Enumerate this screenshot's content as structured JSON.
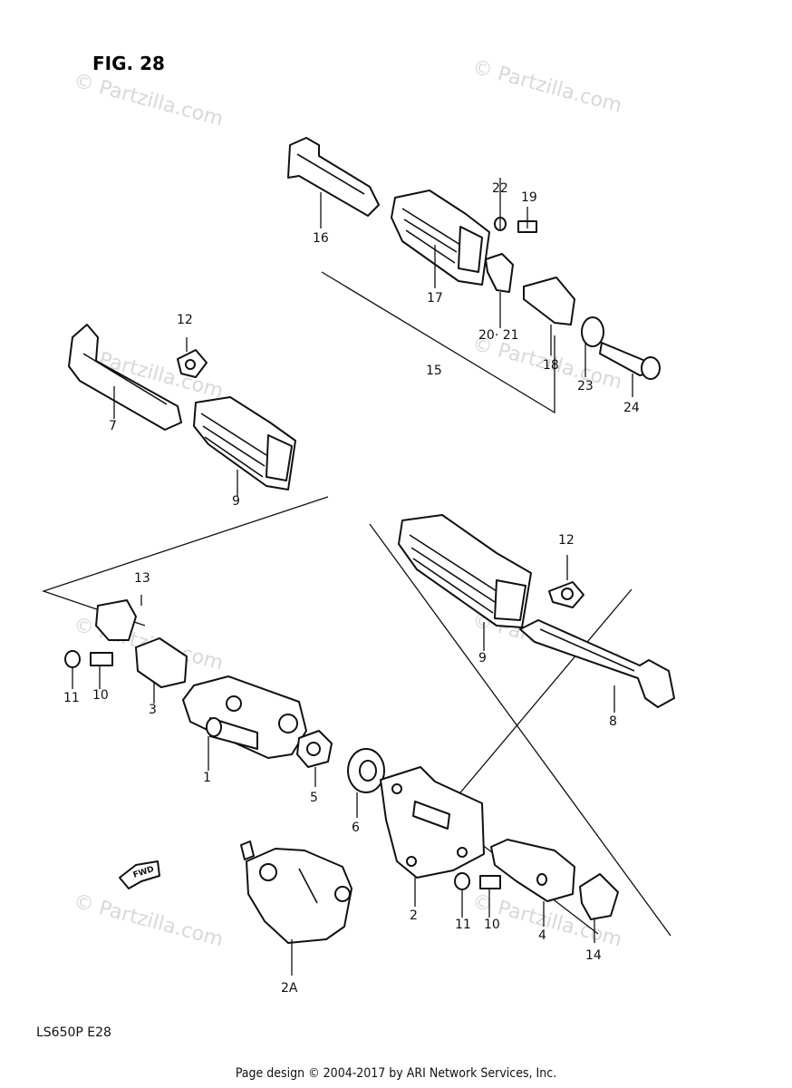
{
  "figure": {
    "title": "FIG. 28",
    "code": "LS650P  E28"
  },
  "fwd_label": "FWD",
  "watermark": "© Partzilla.com",
  "callouts": [
    "1",
    "2",
    "2A",
    "3",
    "4",
    "5",
    "6",
    "7",
    "8",
    "9",
    "9",
    "10",
    "10",
    "11",
    "11",
    "12",
    "12",
    "13",
    "14",
    "15",
    "16",
    "17",
    "18",
    "19",
    "20· 21",
    "22",
    "23",
    "24"
  ],
  "footer": {
    "text": "Page design © 2004-2017 by ARI Network Services, Inc."
  }
}
